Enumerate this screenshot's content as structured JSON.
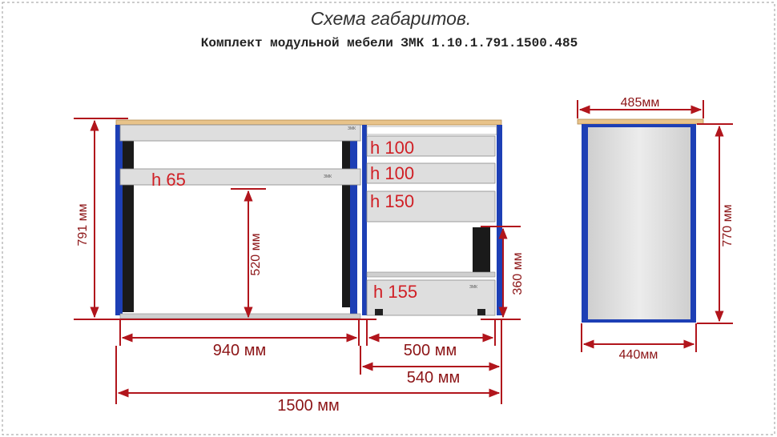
{
  "title": "Схема габаритов.",
  "subtitle": "Комплект модульной мебели ЗМК 1.10.1.791.1500.485",
  "brand_label": "ЗМК",
  "front_view": {
    "height_label": "791 мм",
    "compartment_height_label": "520 мм",
    "width_left_label": "940 мм",
    "width_pedestal_label": "500 мм",
    "width_pedestal_outer_label": "540 мм",
    "total_width_label": "1500 мм",
    "niche_height_label": "360 мм",
    "shelf_label": "h 65",
    "drawers": [
      {
        "label": "h 100"
      },
      {
        "label": "h 100"
      },
      {
        "label": "h 150"
      },
      {
        "label": "h 155"
      }
    ]
  },
  "side_view": {
    "top_width_label": "485мм",
    "bottom_width_label": "440мм",
    "height_label": "770 мм"
  },
  "colors": {
    "frame": "#1d3fb5",
    "dimension": "#b1151c",
    "label": "#d01f25",
    "worktop": "#e8c38a",
    "panel": "#dcdcdc"
  }
}
